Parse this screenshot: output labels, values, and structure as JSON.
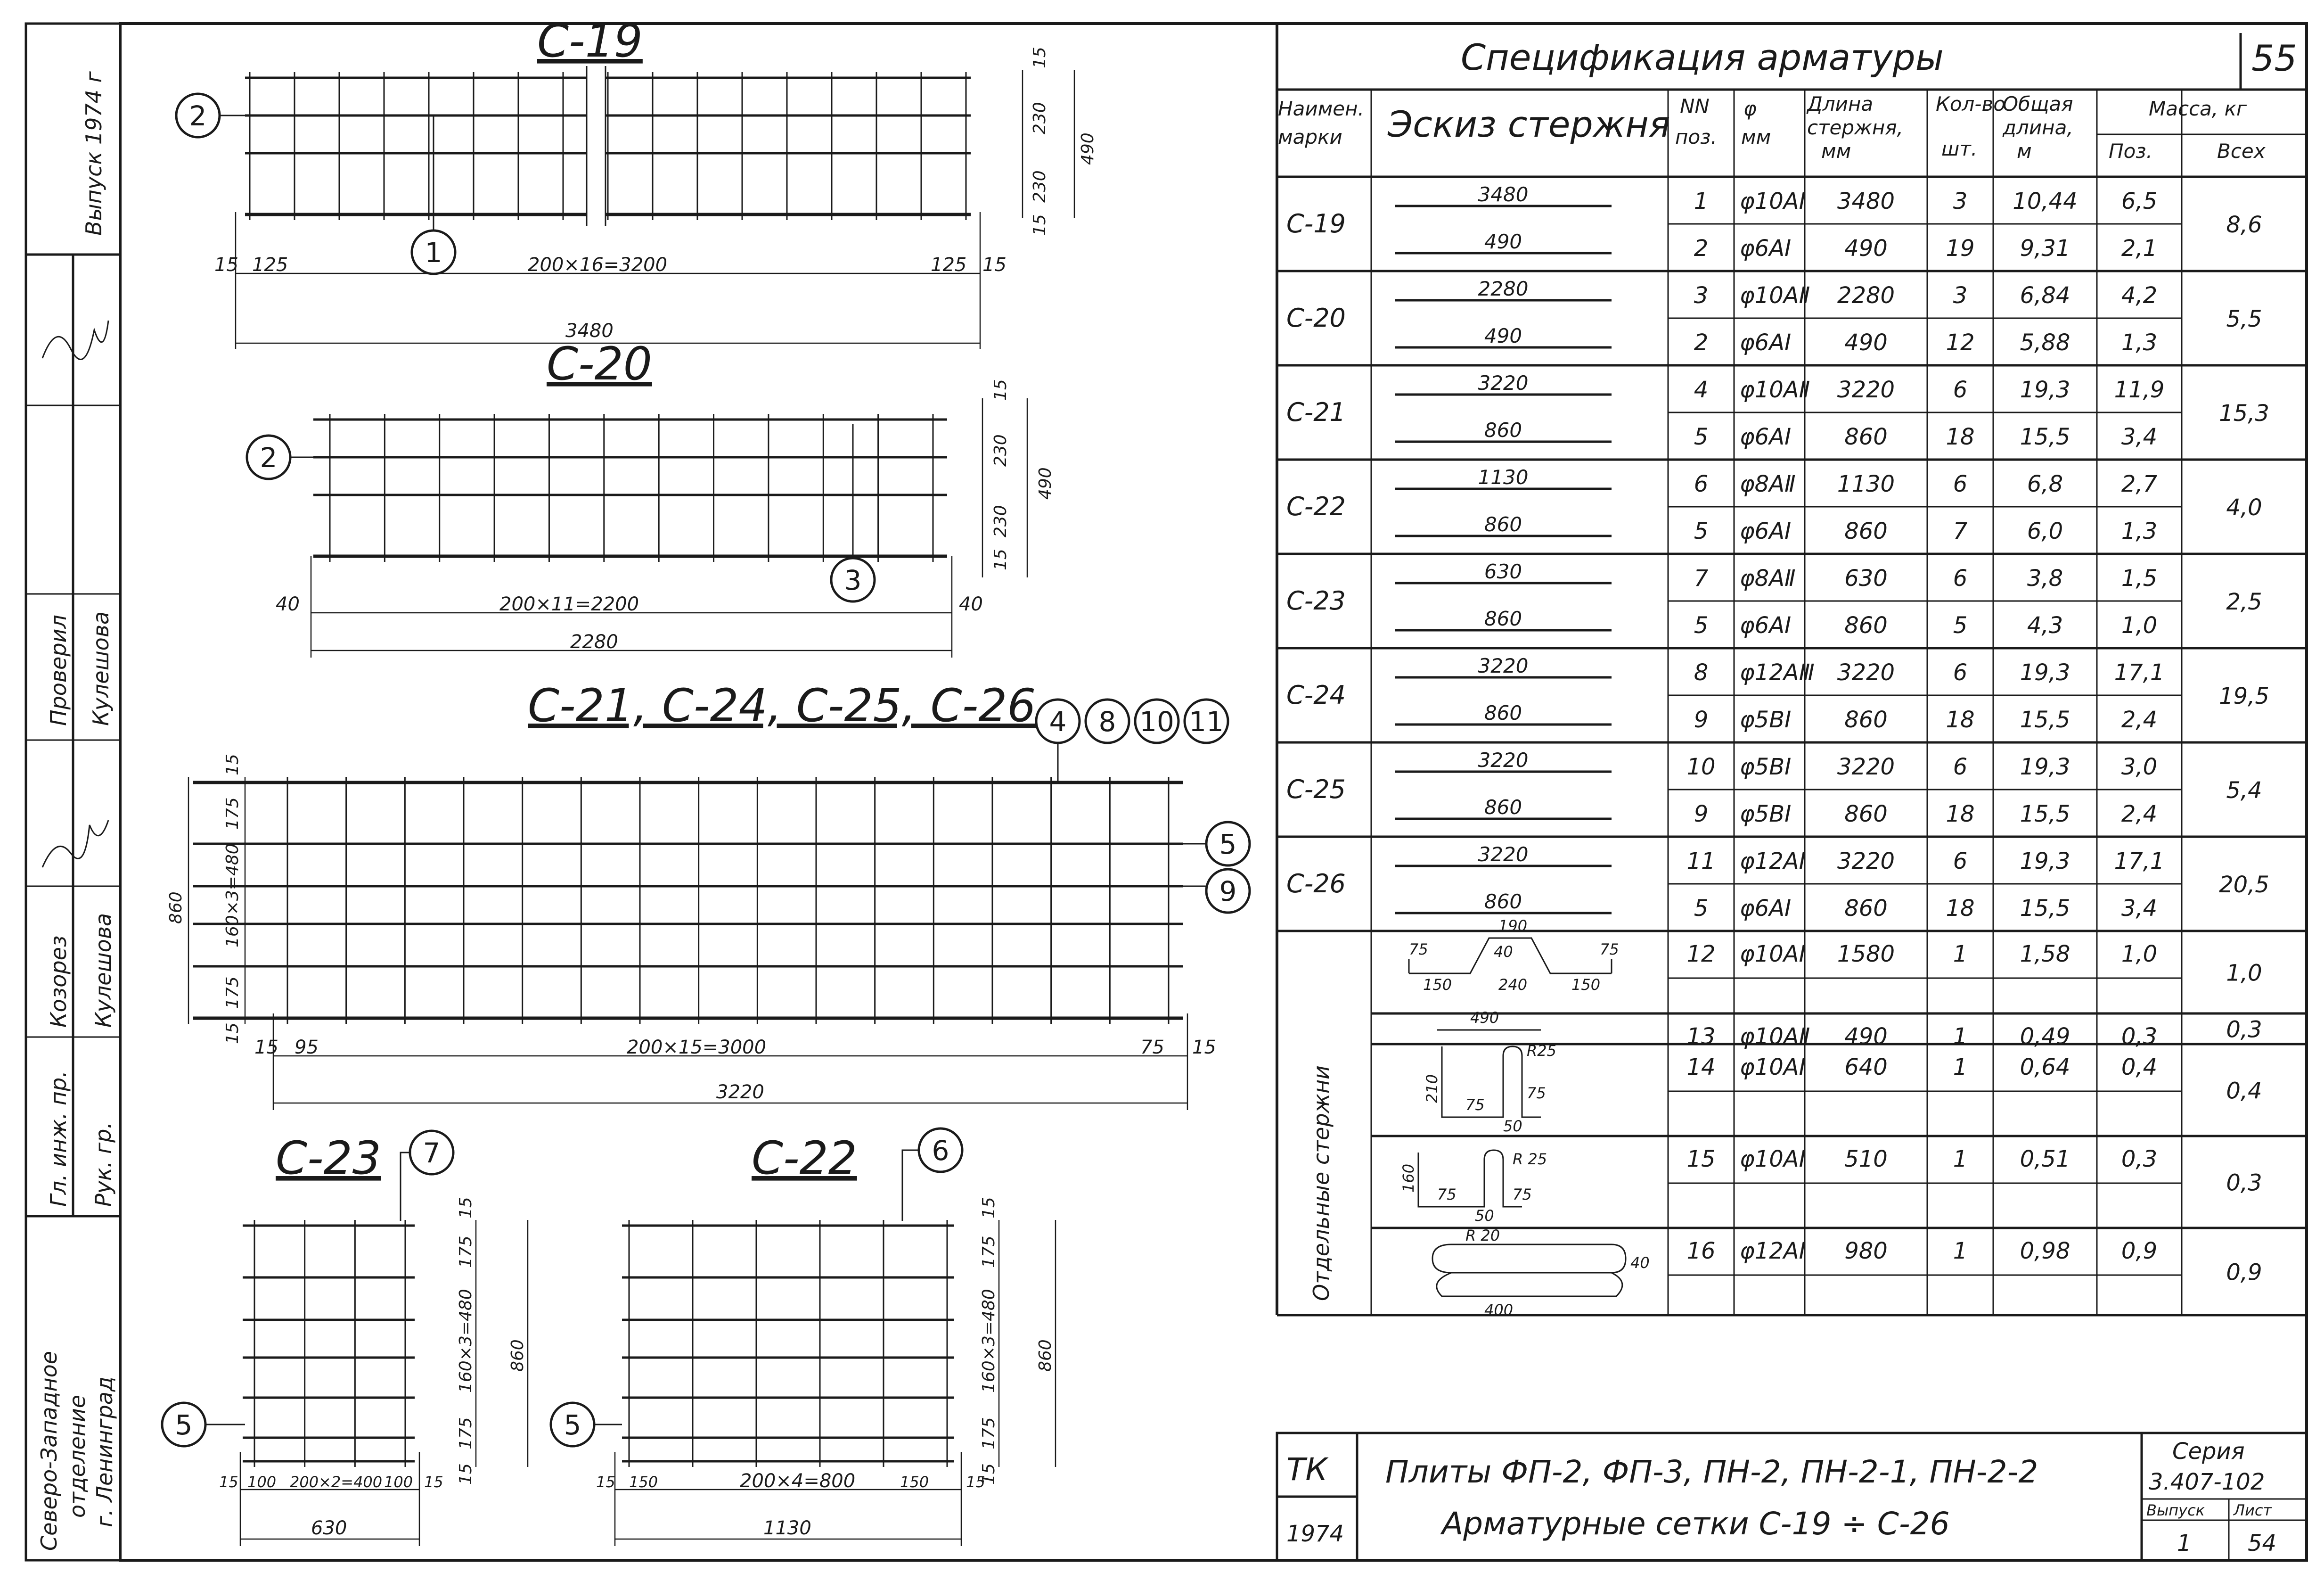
{
  "sheet_number": "55",
  "spec": {
    "title": "Спецификация арматуры",
    "headers": {
      "mark": "Наимен. марки",
      "sketch": "Эскиз стержня",
      "pos": "NN поз.",
      "dia": "φ мм",
      "length": "Длина стержня, мм",
      "count": "Кол-во шт.",
      "total": "Общая длина, м",
      "mass": "Масса, кг",
      "mass_pos": "Поз.",
      "mass_all": "Всех"
    },
    "rows": [
      {
        "mark": "С-19",
        "total_mass": "8,6",
        "bars": [
          {
            "sketch": "3480",
            "pos": "1",
            "dia": "φ10АⅠ",
            "len": "3480",
            "n": "3",
            "tot": "10,44",
            "m": "6,5"
          },
          {
            "sketch": "490",
            "pos": "2",
            "dia": "φ6АⅠ",
            "len": "490",
            "n": "19",
            "tot": "9,31",
            "m": "2,1"
          }
        ]
      },
      {
        "mark": "С-20",
        "total_mass": "5,5",
        "bars": [
          {
            "sketch": "2280",
            "pos": "3",
            "dia": "φ10АⅡ",
            "len": "2280",
            "n": "3",
            "tot": "6,84",
            "m": "4,2"
          },
          {
            "sketch": "490",
            "pos": "2",
            "dia": "φ6АⅠ",
            "len": "490",
            "n": "12",
            "tot": "5,88",
            "m": "1,3"
          }
        ]
      },
      {
        "mark": "С-21",
        "total_mass": "15,3",
        "bars": [
          {
            "sketch": "3220",
            "pos": "4",
            "dia": "φ10АⅡ",
            "len": "3220",
            "n": "6",
            "tot": "19,3",
            "m": "11,9"
          },
          {
            "sketch": "860",
            "pos": "5",
            "dia": "φ6АⅠ",
            "len": "860",
            "n": "18",
            "tot": "15,5",
            "m": "3,4"
          }
        ]
      },
      {
        "mark": "С-22",
        "total_mass": "4,0",
        "bars": [
          {
            "sketch": "1130",
            "pos": "6",
            "dia": "φ8АⅡ",
            "len": "1130",
            "n": "6",
            "tot": "6,8",
            "m": "2,7"
          },
          {
            "sketch": "860",
            "pos": "5",
            "dia": "φ6АⅠ",
            "len": "860",
            "n": "7",
            "tot": "6,0",
            "m": "1,3"
          }
        ]
      },
      {
        "mark": "С-23",
        "total_mass": "2,5",
        "bars": [
          {
            "sketch": "630",
            "pos": "7",
            "dia": "φ8АⅡ",
            "len": "630",
            "n": "6",
            "tot": "3,8",
            "m": "1,5"
          },
          {
            "sketch": "860",
            "pos": "5",
            "dia": "φ6АⅠ",
            "len": "860",
            "n": "5",
            "tot": "4,3",
            "m": "1,0"
          }
        ]
      },
      {
        "mark": "С-24",
        "total_mass": "19,5",
        "bars": [
          {
            "sketch": "3220",
            "pos": "8",
            "dia": "φ12АⅢ",
            "len": "3220",
            "n": "6",
            "tot": "19,3",
            "m": "17,1"
          },
          {
            "sketch": "860",
            "pos": "9",
            "dia": "φ5ВⅠ",
            "len": "860",
            "n": "18",
            "tot": "15,5",
            "m": "2,4"
          }
        ]
      },
      {
        "mark": "С-25",
        "total_mass": "5,4",
        "bars": [
          {
            "sketch": "3220",
            "pos": "10",
            "dia": "φ5ВⅠ",
            "len": "3220",
            "n": "6",
            "tot": "19,3",
            "m": "3,0"
          },
          {
            "sketch": "860",
            "pos": "9",
            "dia": "φ5ВⅠ",
            "len": "860",
            "n": "18",
            "tot": "15,5",
            "m": "2,4"
          }
        ]
      },
      {
        "mark": "С-26",
        "total_mass": "20,5",
        "bars": [
          {
            "sketch": "3220",
            "pos": "11",
            "dia": "φ12АⅠ",
            "len": "3220",
            "n": "6",
            "tot": "19,3",
            "m": "17,1"
          },
          {
            "sketch": "860",
            "pos": "5",
            "dia": "φ6АⅠ",
            "len": "860",
            "n": "18",
            "tot": "15,5",
            "m": "3,4"
          }
        ]
      }
    ],
    "separate": {
      "label": "Отдельные стержни",
      "bars": [
        {
          "pos": "12",
          "dia": "φ10АⅠ",
          "len": "1580",
          "n": "1",
          "tot": "1,58",
          "m": "1,0",
          "all": "1,0",
          "sketch": {
            "a": "190",
            "b": "75",
            "c": "75",
            "d": "150",
            "e": "240",
            "f": "150",
            "g": "40"
          }
        },
        {
          "pos": "13",
          "dia": "φ10АⅡ",
          "len": "490",
          "n": "1",
          "tot": "0,49",
          "m": "0,3",
          "all": "0,3",
          "sketch": {
            "a": "490"
          }
        },
        {
          "pos": "14",
          "dia": "φ10АⅠ",
          "len": "640",
          "n": "1",
          "tot": "0,64",
          "m": "0,4",
          "all": "0,4",
          "sketch": {
            "a": "210",
            "b": "R25",
            "c": "75",
            "d": "75",
            "e": "50"
          }
        },
        {
          "pos": "15",
          "dia": "φ10АⅠ",
          "len": "510",
          "n": "1",
          "tot": "0,51",
          "m": "0,3",
          "all": "0,3",
          "sketch": {
            "a": "160",
            "b": "R 25",
            "c": "75",
            "d": "75",
            "e": "50"
          }
        },
        {
          "pos": "16",
          "dia": "φ12АⅠ",
          "len": "980",
          "n": "1",
          "tot": "0,98",
          "m": "0,9",
          "all": "0,9",
          "sketch": {
            "a": "R 20",
            "b": "400",
            "c": "40"
          }
        }
      ]
    }
  },
  "drawings": {
    "c19": {
      "title": "С-19",
      "d_230a": "230",
      "d_230b": "230",
      "d_490": "490",
      "d_15a": "15",
      "d_15b": "15",
      "d_15l": "15",
      "d_125l": "125",
      "d_span": "200×16=3200",
      "d_125r": "125",
      "d_15r": "15",
      "d_total": "3480",
      "ball_2": "2",
      "ball_1": "1"
    },
    "c20": {
      "title": "С-20",
      "d_15a": "15",
      "d_230a": "230",
      "d_230b": "230",
      "d_15b": "15",
      "d_490": "490",
      "d_40l": "40",
      "d_span": "200×11=2200",
      "d_40r": "40",
      "d_total": "2280",
      "ball_2": "2",
      "ball_3": "3"
    },
    "c21": {
      "title": "С-21, С-24, С-25, С-26",
      "d_15t": "15",
      "d_175t": "175",
      "d_mid": "160×3=480",
      "d_175b": "175",
      "d_15b": "15",
      "d_860": "860",
      "d_15l": "15",
      "d_95": "95",
      "d_span": "200×15=3000",
      "d_75": "75",
      "d_15r": "15",
      "d_total": "3220",
      "ball_4": "4",
      "ball_8": "8",
      "ball_10": "10",
      "ball_11": "11",
      "ball_5": "5",
      "ball_9": "9"
    },
    "c23": {
      "title": "С-23",
      "ball_7": "7",
      "ball_5": "5",
      "d_15t": "15",
      "d_175t": "175",
      "d_mid": "160×3=480",
      "d_175b": "175",
      "d_15b": "15",
      "d_860": "860",
      "d_15l": "15",
      "d_100l": "100",
      "d_span": "200×2=400",
      "d_100r": "100",
      "d_15r": "15",
      "d_total": "630"
    },
    "c22": {
      "title": "С-22",
      "ball_6": "6",
      "ball_5": "5",
      "d_15t": "15",
      "d_175t": "175",
      "d_mid": "160×3=480",
      "d_175b": "175",
      "d_15b": "15",
      "d_860": "860",
      "d_15l": "15",
      "d_150l": "150",
      "d_span": "200×4=800",
      "d_150r": "150",
      "d_15r": "15",
      "d_total": "1130"
    }
  },
  "title_block": {
    "tk": "ТК",
    "year": "1974",
    "line1": "Плиты ФП-2, ФП-3, ПН-2, ПН-2-1, ПН-2-2",
    "line2": "Арматурные сетки С-19 ÷ С-26",
    "series_label": "Серия",
    "series": "3.407-102",
    "issue_label": "Выпуск",
    "issue": "1",
    "sheet_label": "Лист",
    "sheet": "54"
  },
  "stamp": {
    "issue_year": "Выпуск 1974 г",
    "checked": "Проверил",
    "checker": "Кулешова",
    "head": "Рук. гр.",
    "head_name": "Кулешова",
    "chief": "Гл. инж. пр.",
    "chief_name": "Козорез",
    "org1": "Северо-Западное",
    "org2": "отделение",
    "org3": "г. Ленинград"
  }
}
